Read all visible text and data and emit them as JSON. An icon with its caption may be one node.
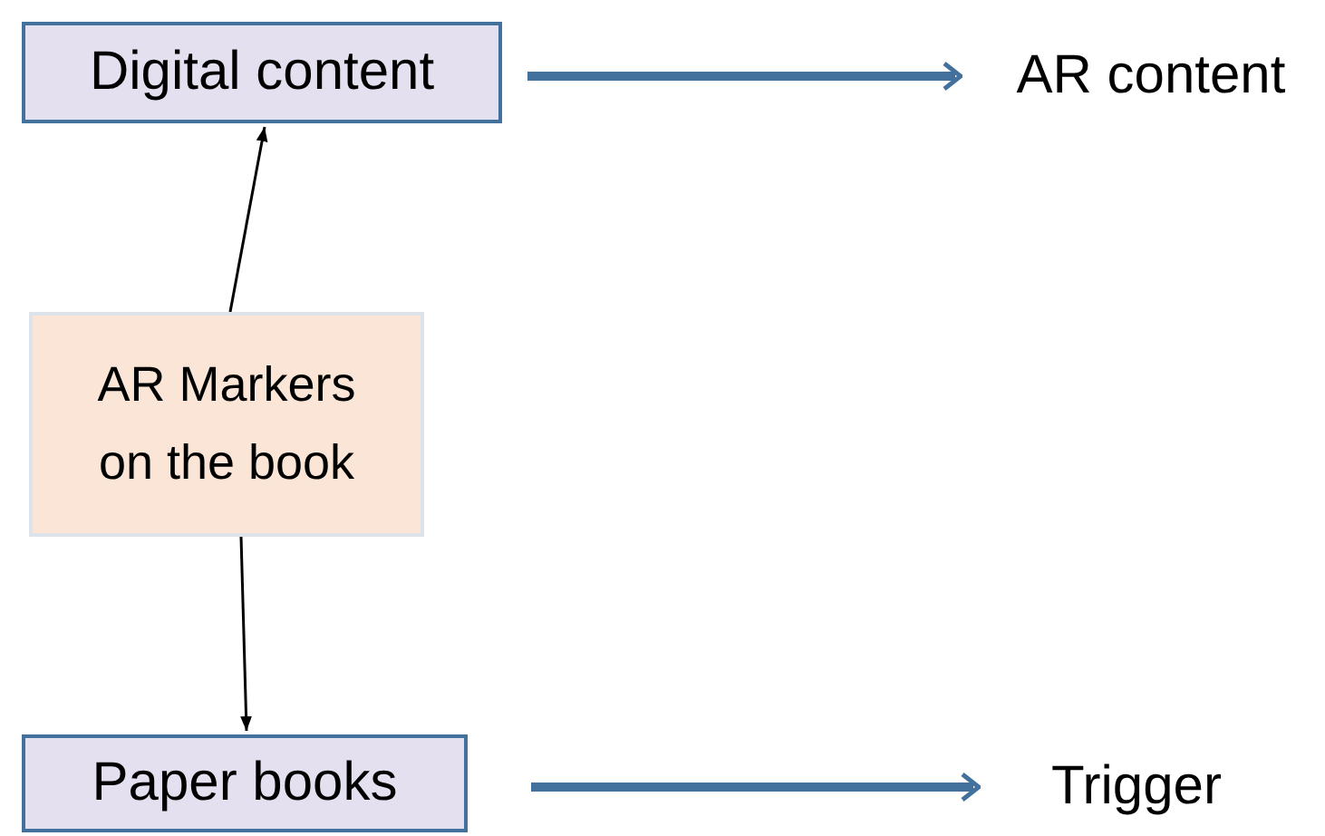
{
  "diagram": {
    "nodes": [
      {
        "text": [
          "Digital content"
        ]
      },
      {
        "text": [
          "AR content"
        ]
      },
      {
        "text": [
          "AR Markers on the book"
        ]
      },
      {
        "text": [
          "Paper books"
        ]
      },
      {
        "text": [
          "Trigger"
        ]
      }
    ],
    "edges": [
      {
        "from": 0,
        "to": 1,
        "arrow": "to",
        "style": "thick",
        "color": "#41719c"
      },
      {
        "from": 2,
        "to": 0,
        "arrow": "to",
        "color": "#000000"
      },
      {
        "from": 2,
        "to": 3,
        "arrow": "to",
        "color": "#000000"
      },
      {
        "from": 3,
        "to": 4,
        "arrow": "to",
        "style": "thick",
        "color": "#41719c"
      }
    ]
  }
}
